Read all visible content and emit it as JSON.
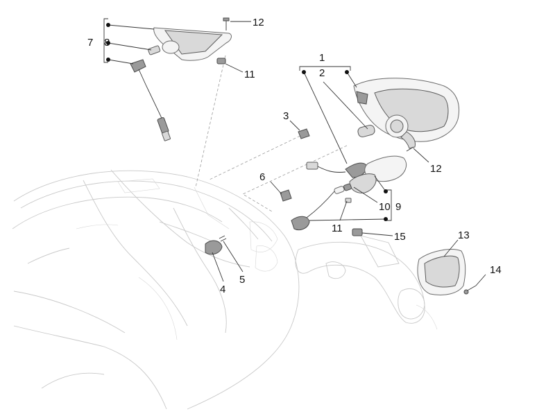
{
  "callouts": [
    {
      "id": "c1",
      "text": "1"
    },
    {
      "id": "c2",
      "text": "2"
    },
    {
      "id": "c3",
      "text": "3"
    },
    {
      "id": "c4",
      "text": "4"
    },
    {
      "id": "c5",
      "text": "5"
    },
    {
      "id": "c6",
      "text": "6"
    },
    {
      "id": "c7",
      "text": "7"
    },
    {
      "id": "c8",
      "text": "8"
    },
    {
      "id": "c9",
      "text": "9"
    },
    {
      "id": "c10",
      "text": "10"
    },
    {
      "id": "c11a",
      "text": "11"
    },
    {
      "id": "c11b",
      "text": "11"
    },
    {
      "id": "c12a",
      "text": "12"
    },
    {
      "id": "c12b",
      "text": "12"
    },
    {
      "id": "c13",
      "text": "13"
    },
    {
      "id": "c14",
      "text": "14"
    },
    {
      "id": "c15",
      "text": "15"
    }
  ],
  "colors": {
    "linework": "#6a6a6a",
    "ghost": "#c8c8c8",
    "text": "#111111"
  }
}
